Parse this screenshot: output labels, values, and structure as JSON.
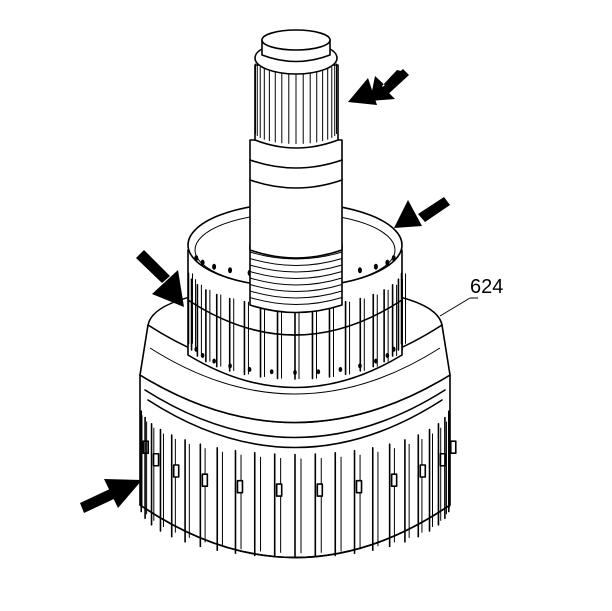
{
  "diagram": {
    "callouts": [
      {
        "label": "624"
      }
    ],
    "icons": [
      "shaft-spline-arrow",
      "upper-hub-arrow",
      "left-hub-arrow",
      "drum-teeth-arrow"
    ]
  }
}
